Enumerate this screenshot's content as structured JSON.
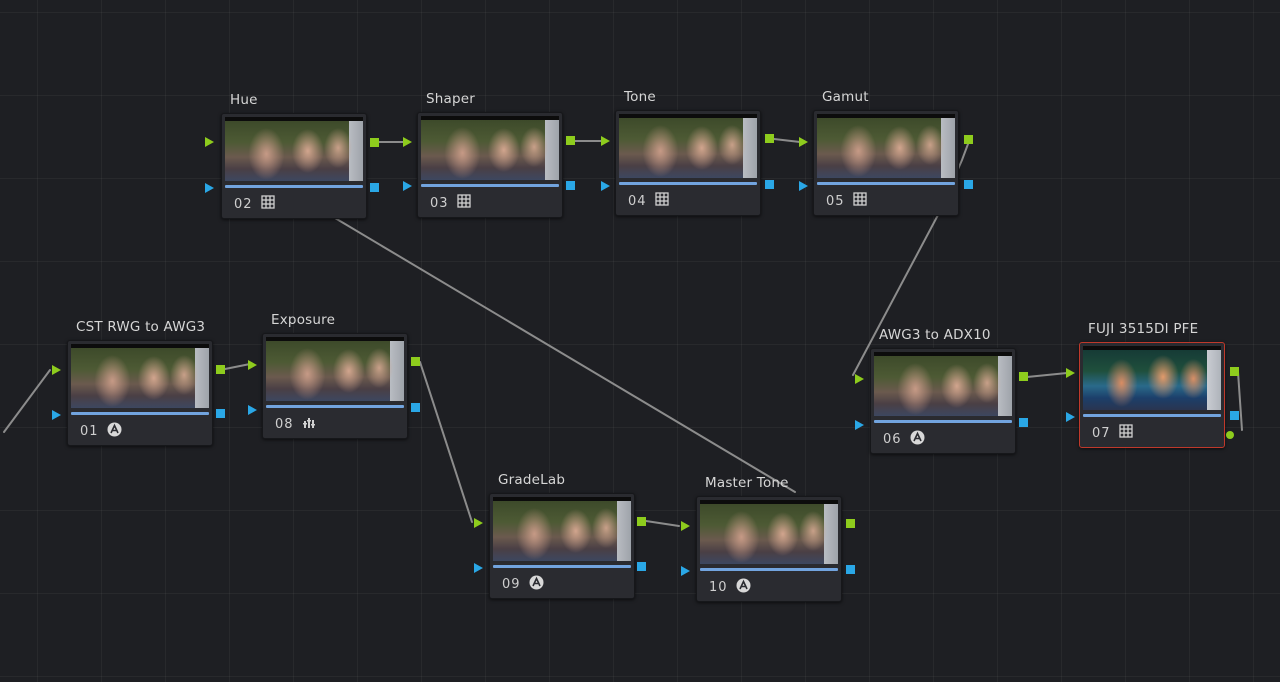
{
  "colors": {
    "background": "#1e1f23",
    "node_body": "#2a2b30",
    "rgb_port": "#8ecc1d",
    "alpha_port": "#2aa7e6",
    "wire": "#8c8c8c",
    "selected_border": "#c0392b",
    "label_text": "#d6d6d6"
  },
  "nodes": [
    {
      "id": "n01",
      "label": "CST RWG to AWG3",
      "number": "01",
      "icon": "color-space-transform-icon"
    },
    {
      "id": "n02",
      "label": "Hue",
      "number": "02",
      "icon": "lut-grid-icon"
    },
    {
      "id": "n03",
      "label": "Shaper",
      "number": "03",
      "icon": "lut-grid-icon"
    },
    {
      "id": "n04",
      "label": "Tone",
      "number": "04",
      "icon": "lut-grid-icon"
    },
    {
      "id": "n05",
      "label": "Gamut",
      "number": "05",
      "icon": "lut-grid-icon"
    },
    {
      "id": "n06",
      "label": "AWG3 to ADX10",
      "number": "06",
      "icon": "color-space-transform-icon"
    },
    {
      "id": "n07",
      "label": "FUJI 3515DI PFE",
      "number": "07",
      "icon": "lut-grid-icon",
      "selected": true
    },
    {
      "id": "n08",
      "label": "Exposure",
      "number": "08",
      "icon": "levels-icon"
    },
    {
      "id": "n09",
      "label": "GradeLab",
      "number": "09",
      "icon": "color-space-transform-icon"
    },
    {
      "id": "n10",
      "label": "Master Tone",
      "number": "10",
      "icon": "color-space-transform-icon"
    }
  ],
  "connections": [
    [
      "input",
      "n01"
    ],
    [
      "n01",
      "n08"
    ],
    [
      "n08",
      "n09"
    ],
    [
      "n09",
      "n10"
    ],
    [
      "n02",
      "n10"
    ],
    [
      "n02",
      "n03"
    ],
    [
      "n03",
      "n04"
    ],
    [
      "n04",
      "n05"
    ],
    [
      "n05",
      "n06"
    ],
    [
      "n06",
      "n07"
    ],
    [
      "n07",
      "output"
    ]
  ]
}
